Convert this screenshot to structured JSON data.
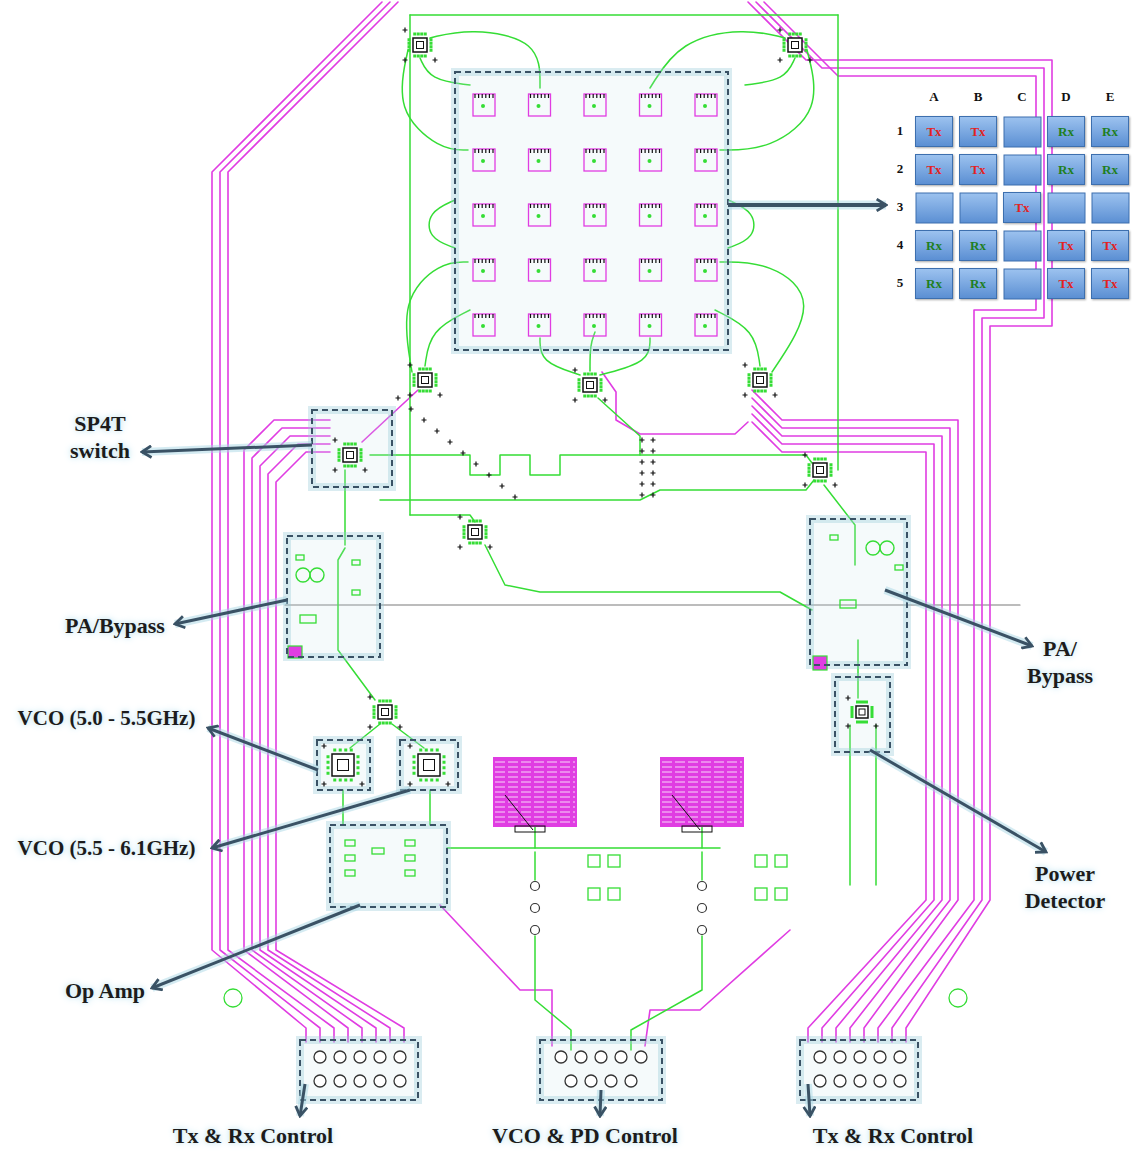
{
  "diagram": {
    "nodes": [
      {
        "text": [
          "Tx"
        ]
      },
      {
        "text": [
          "Tx"
        ]
      },
      {
        "text": [
          "Rx"
        ]
      },
      {
        "text": [
          "Rx"
        ]
      },
      {
        "text": [
          "Tx"
        ]
      },
      {
        "text": [
          "Tx"
        ]
      },
      {
        "text": [
          "Rx"
        ]
      },
      {
        "text": [
          "Rx"
        ]
      },
      {
        "text": [
          "Tx"
        ]
      },
      {
        "text": [
          "Rx"
        ]
      },
      {
        "text": [
          "Rx"
        ]
      },
      {
        "text": [
          "Tx"
        ]
      },
      {
        "text": [
          "Tx"
        ]
      },
      {
        "text": [
          "Rx"
        ]
      },
      {
        "text": [
          "Rx"
        ]
      },
      {
        "text": [
          "Tx"
        ]
      },
      {
        "text": [
          "Tx"
        ]
      }
    ],
    "labels": [
      "A",
      "B",
      "C",
      "D",
      "E",
      "1",
      "2",
      "3",
      "4",
      "5",
      "SP4T switch",
      "PA/Bypass",
      "PA/ Bypass",
      "VCO (5.0 - 5.5GHz)",
      "VCO (5.5 - 6.1GHz)",
      "Op Amp",
      "Power Detector",
      "Tx & Rx Control",
      "VCO & PD Control",
      "Tx & Rx Control"
    ]
  }
}
